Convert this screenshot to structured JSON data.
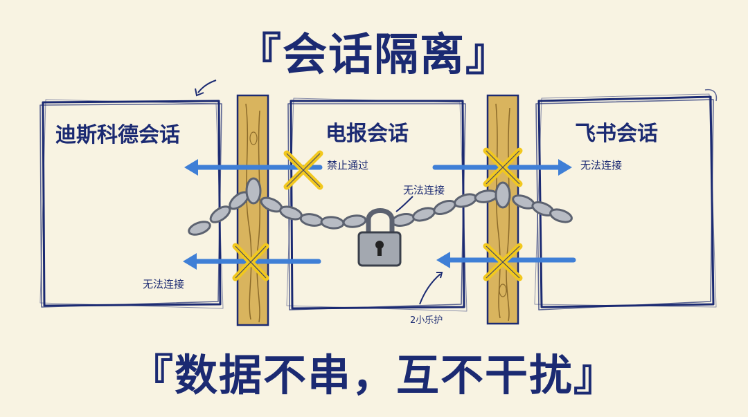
{
  "title": "『会话隔离』",
  "subtitle": "『数据不串，互不干扰』",
  "sessions": [
    {
      "label": "迪斯科德会话"
    },
    {
      "label": "电报会话"
    },
    {
      "label": "飞书会话"
    }
  ],
  "annotations": {
    "blocked_pass": "禁止通过",
    "cannot_connect_lock": "无法连接",
    "cannot_connect_right": "无法连接",
    "cannot_connect_left": "无法连接",
    "protection": "2小乐护"
  },
  "colors": {
    "background": "#f8f3e2",
    "ink": "#1b2a72",
    "arrow": "#3f7fd6",
    "cross": "#f2c81e",
    "wood": "#d9b45e",
    "chain": "#9aa0aa"
  },
  "icons": [
    "padlock-icon",
    "chain-icon",
    "cross-mark-icon",
    "arrow-icon"
  ]
}
